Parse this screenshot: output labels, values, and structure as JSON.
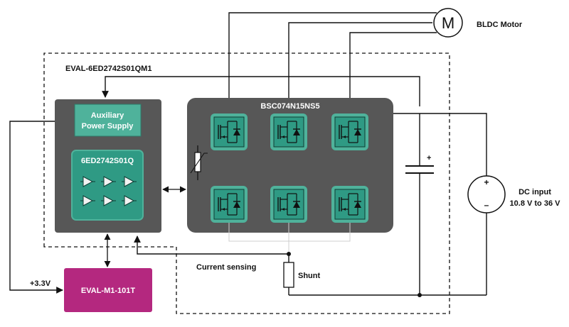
{
  "diagram": {
    "board_label": "EVAL-6ED2742S01QM1",
    "motor": {
      "symbol": "M",
      "label": "BLDC Motor"
    },
    "aux_power": {
      "line1": "Auxiliary",
      "line2": "Power Supply"
    },
    "driver_ic": {
      "label": "6ED2742S01Q"
    },
    "mosfet_bank": {
      "label": "BSC074N15NS5"
    },
    "capacitor": {
      "polarity": "+"
    },
    "dc_input": {
      "label": "DC input",
      "range": "10.8 V to 36 V",
      "plus": "+",
      "minus": "–"
    },
    "current_sensing": {
      "label": "Current sensing"
    },
    "shunt": {
      "label": "Shunt"
    },
    "supply_3v3": {
      "label": "+3.3V"
    },
    "controller": {
      "label": "EVAL-M1-101T"
    },
    "colors": {
      "block_gray": "#575757",
      "teal": "#2f9a84",
      "teal_light": "#4fb29b",
      "magenta": "#b4287f"
    }
  }
}
